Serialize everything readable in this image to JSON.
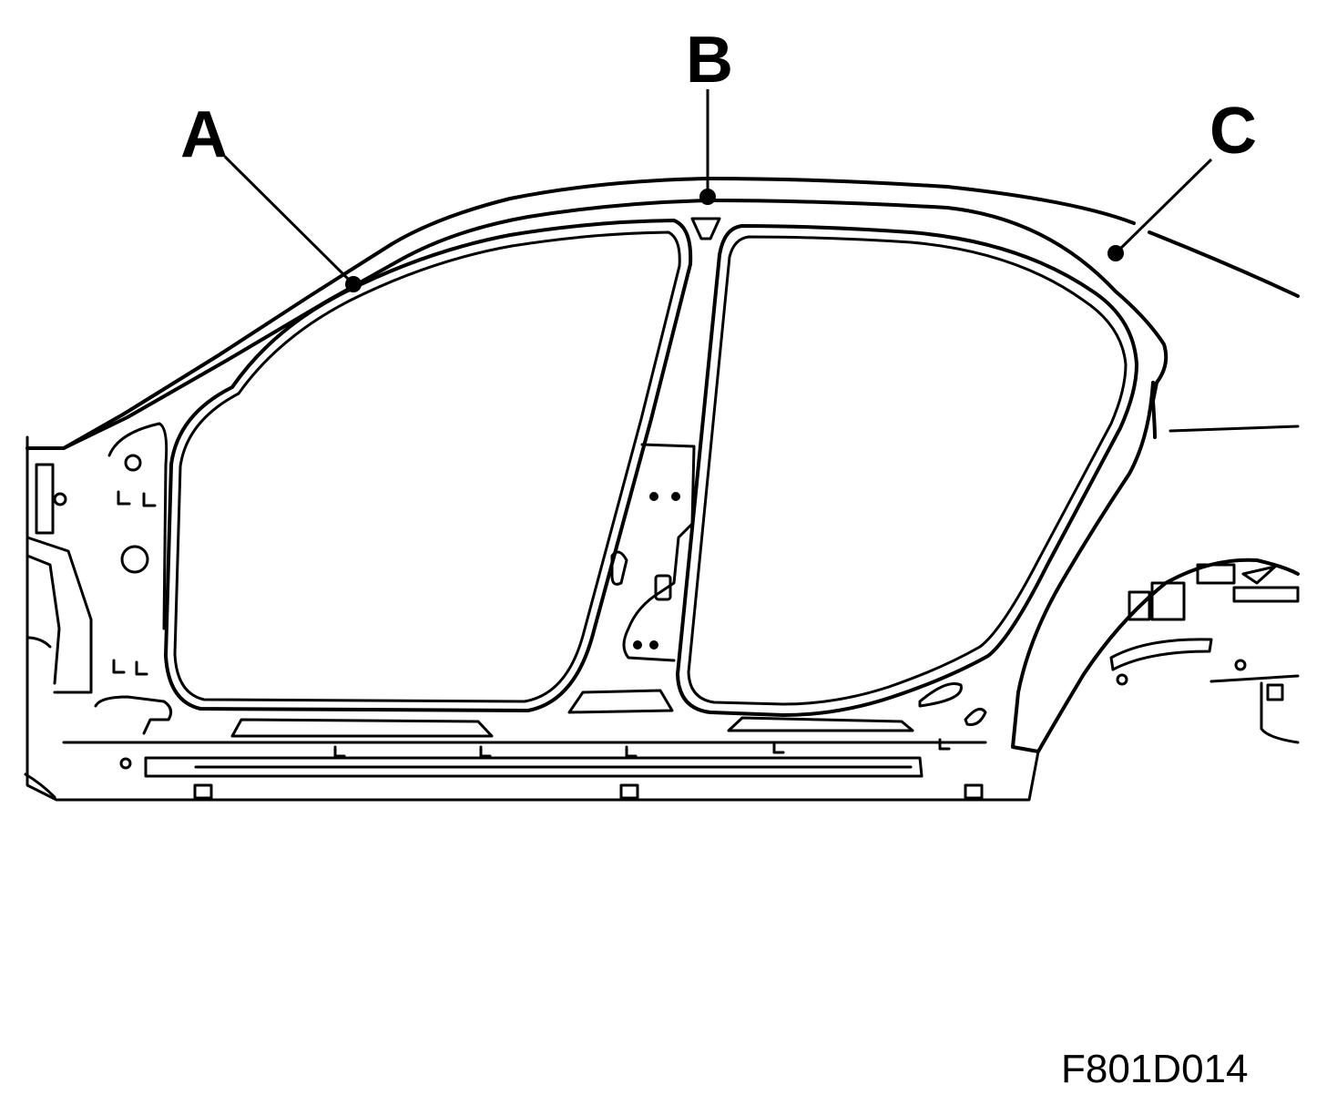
{
  "callouts": [
    {
      "id": "A",
      "label": "A"
    },
    {
      "id": "B",
      "label": "B"
    },
    {
      "id": "C",
      "label": "C"
    }
  ],
  "figure_code": "F801D014",
  "colors": {
    "line": "#000000",
    "background": "#ffffff"
  }
}
